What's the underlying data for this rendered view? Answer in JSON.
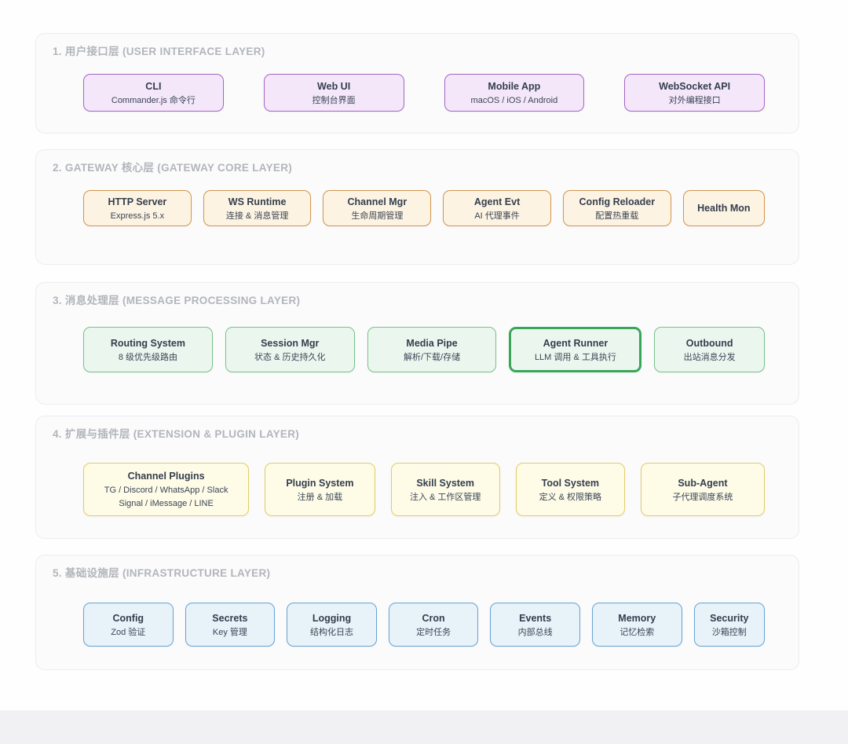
{
  "colors": {
    "page_bg": "#fefefe",
    "panel_bg": "#fbfbfc",
    "panel_border": "#ededef",
    "header_text": "#b2b5bb",
    "node_title_text": "#333e4e",
    "node_sub_text": "#3a4556",
    "bottom_strip": "#f1f1f3"
  },
  "layers": [
    {
      "title": "1. 用户接口层 (USER INTERFACE LAYER)",
      "theme": "purple",
      "colors": {
        "bg": "#f4e7f9",
        "border": "#a466c6"
      },
      "boxes": [
        {
          "title": "CLI",
          "subtitle": "Commander.js 命令行"
        },
        {
          "title": "Web UI",
          "subtitle": "控制台界面"
        },
        {
          "title": "Mobile App",
          "subtitle": "macOS / iOS / Android"
        },
        {
          "title": "WebSocket API",
          "subtitle": "对外编程接口"
        }
      ]
    },
    {
      "title": "2. GATEWAY 核心层 (GATEWAY CORE LAYER)",
      "theme": "orange",
      "colors": {
        "bg": "#fdf3e2",
        "border": "#d2964d"
      },
      "boxes": [
        {
          "title": "HTTP Server",
          "subtitle": "Express.js 5.x"
        },
        {
          "title": "WS Runtime",
          "subtitle": "连接 & 消息管理"
        },
        {
          "title": "Channel Mgr",
          "subtitle": "生命周期管理"
        },
        {
          "title": "Agent Evt",
          "subtitle": "AI 代理事件"
        },
        {
          "title": "Config Reloader",
          "subtitle": "配置热重载"
        },
        {
          "title": "Health Mon",
          "subtitle": ""
        }
      ]
    },
    {
      "title": "3. 消息处理层 (MESSAGE PROCESSING LAYER)",
      "theme": "green",
      "colors": {
        "bg": "#ebf7ee",
        "border": "#77c289",
        "highlight_border": "#39a65a"
      },
      "boxes": [
        {
          "title": "Routing System",
          "subtitle": "8 级优先级路由"
        },
        {
          "title": "Session Mgr",
          "subtitle": "状态 & 历史持久化"
        },
        {
          "title": "Media Pipe",
          "subtitle": "解析/下载/存储"
        },
        {
          "title": "Agent Runner",
          "subtitle": "LLM 调用 & 工具执行",
          "highlight": true
        },
        {
          "title": "Outbound",
          "subtitle": "出站消息分发"
        }
      ]
    },
    {
      "title": "4. 扩展与插件层 (EXTENSION & PLUGIN LAYER)",
      "theme": "yellow",
      "colors": {
        "bg": "#fefbe7",
        "border": "#e2cd65"
      },
      "boxes": [
        {
          "title": "Channel Plugins",
          "subtitle": "TG / Discord / WhatsApp / Slack",
          "subtitle2": "Signal / iMessage / LINE"
        },
        {
          "title": "Plugin System",
          "subtitle": "注册 & 加载"
        },
        {
          "title": "Skill System",
          "subtitle": "注入 & 工作区管理"
        },
        {
          "title": "Tool System",
          "subtitle": "定义 & 权限策略"
        },
        {
          "title": "Sub-Agent",
          "subtitle": "子代理调度系统"
        }
      ]
    },
    {
      "title": "5. 基础设施层 (INFRASTRUCTURE LAYER)",
      "theme": "blue",
      "colors": {
        "bg": "#e8f2f9",
        "border": "#67a3d1"
      },
      "boxes": [
        {
          "title": "Config",
          "subtitle": "Zod 验证"
        },
        {
          "title": "Secrets",
          "subtitle": "Key 管理"
        },
        {
          "title": "Logging",
          "subtitle": "结构化日志"
        },
        {
          "title": "Cron",
          "subtitle": "定时任务"
        },
        {
          "title": "Events",
          "subtitle": "内部总线"
        },
        {
          "title": "Memory",
          "subtitle": "记忆检索"
        },
        {
          "title": "Security",
          "subtitle": "沙箱控制"
        }
      ]
    }
  ]
}
